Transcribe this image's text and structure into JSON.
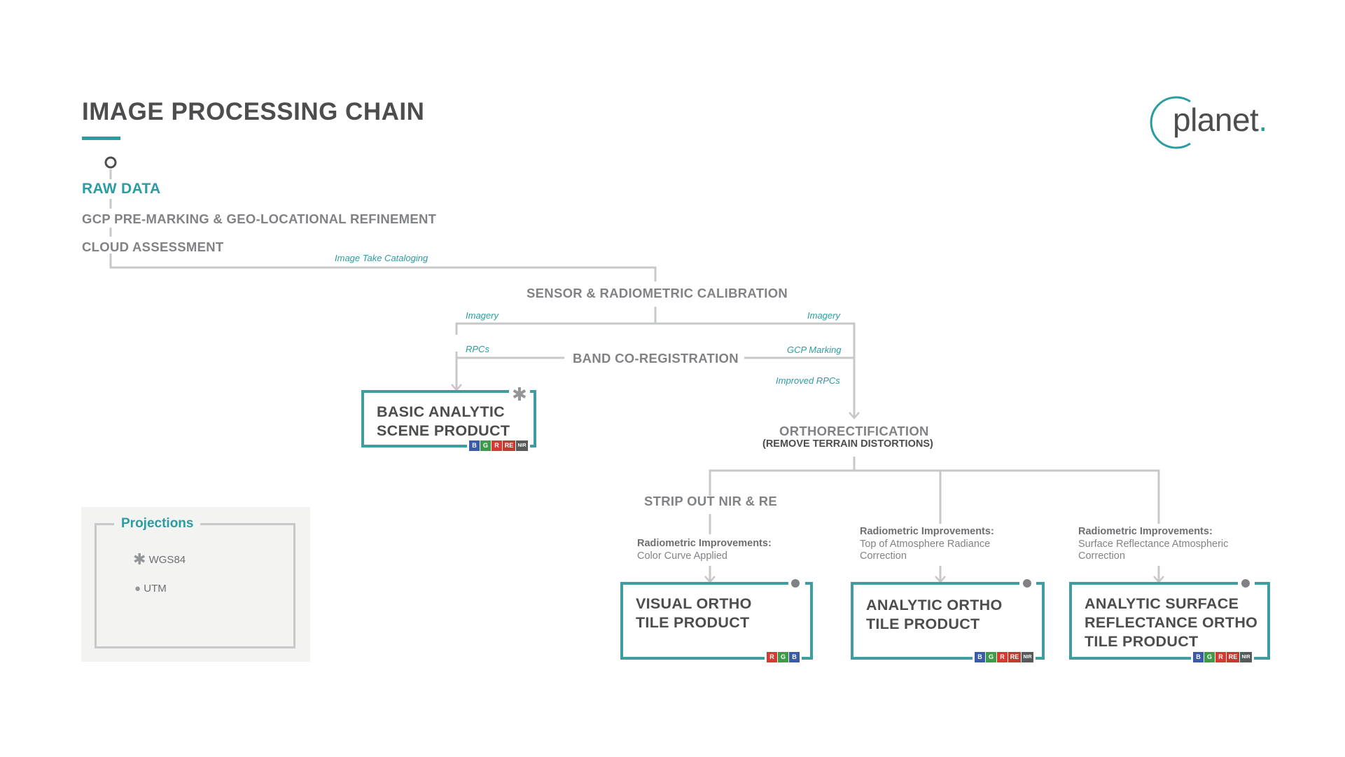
{
  "header": {
    "title": "IMAGE PROCESSING CHAIN"
  },
  "logo": {
    "text": "planet",
    "dot": "."
  },
  "chain": {
    "raw_data": "RAW DATA",
    "gcp_premarking": "GCP PRE-MARKING & GEO-LOCATIONAL REFINEMENT",
    "cloud_assessment": "CLOUD ASSESSMENT",
    "image_take_cataloging": "Image Take Cataloging",
    "sensor_calibration": "SENSOR & RADIOMETRIC CALIBRATION",
    "imagery_left": "Imagery",
    "imagery_right": "Imagery",
    "rpcs": "RPCs",
    "band_coregistration": "BAND CO-REGISTRATION",
    "gcp_marking": "GCP Marking",
    "improved_rpcs": "Improved RPCs",
    "orthorectification": "ORTHORECTIFICATION",
    "orthorectification_sub": "(REMOVE TERRAIN DISTORTIONS)",
    "strip_out": "STRIP OUT NIR & RE"
  },
  "improvements": [
    {
      "heading": "Radiometric Improvements:",
      "line1": "Color Curve Applied",
      "line2": ""
    },
    {
      "heading": "Radiometric Improvements:",
      "line1": "Top of Atmosphere Radiance",
      "line2": "Correction"
    },
    {
      "heading": "Radiometric Improvements:",
      "line1": "Surface Reflectance Atmospheric",
      "line2": "Correction"
    }
  ],
  "products": {
    "basic_analytic": {
      "line1": "BASIC ANALYTIC",
      "line2": "SCENE PRODUCT",
      "projection_marker": "✱"
    },
    "visual_ortho": {
      "line1": "VISUAL ORTHO",
      "line2": "TILE PRODUCT"
    },
    "analytic_ortho": {
      "line1": "ANALYTIC ORTHO",
      "line2": "TILE PRODUCT"
    },
    "analytic_sr": {
      "line1": "ANALYTIC SURFACE",
      "line2": "REFLECTANCE ORTHO",
      "line3": "TILE PRODUCT"
    }
  },
  "bands": {
    "B": "B",
    "G": "G",
    "R": "R",
    "RE": "RE",
    "NIR": "NIR"
  },
  "band_colors": {
    "B": "#3b5aa8",
    "G": "#3e9b4a",
    "R": "#d63a33",
    "RE": "#c33a33",
    "NIR": "#58595b"
  },
  "legend": {
    "title": "Projections",
    "items": [
      {
        "marker": "✱",
        "label": "WGS84"
      },
      {
        "marker": "●",
        "label": "UTM"
      }
    ]
  },
  "colors": {
    "accent": "#2a9da1",
    "box_border": "#3f9ca1",
    "text_dark": "#4d4d4f",
    "text_gray": "#808285",
    "line": "#c7c8ca"
  }
}
